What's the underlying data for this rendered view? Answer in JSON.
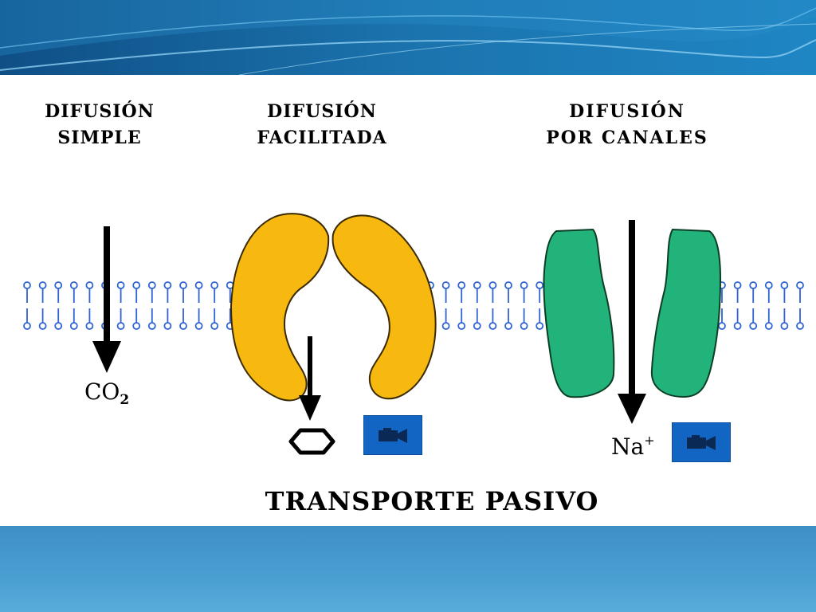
{
  "columns": [
    {
      "line1": "DIFUSIÓN",
      "line2": "SIMPLE"
    },
    {
      "line1": "DIFUSIÓN",
      "line2": "FACILITADA"
    },
    {
      "line1": "DIFUSIÓN",
      "line2": "POR CANALES"
    }
  ],
  "molecules": {
    "co2_main": "CO",
    "co2_sub": "2",
    "na_main": "Na",
    "na_sup": "+"
  },
  "main_title": "TRANSPORTE PASIVO",
  "icons": {
    "video": "video-camera-icon"
  },
  "colors": {
    "membrane": "#2f63d6",
    "carrier_protein": "#f7b90f",
    "channel_protein": "#22b37a",
    "video_button": "#1265c2",
    "header_band": "#1a6fa8",
    "footer_band": "#4a9fd2"
  }
}
